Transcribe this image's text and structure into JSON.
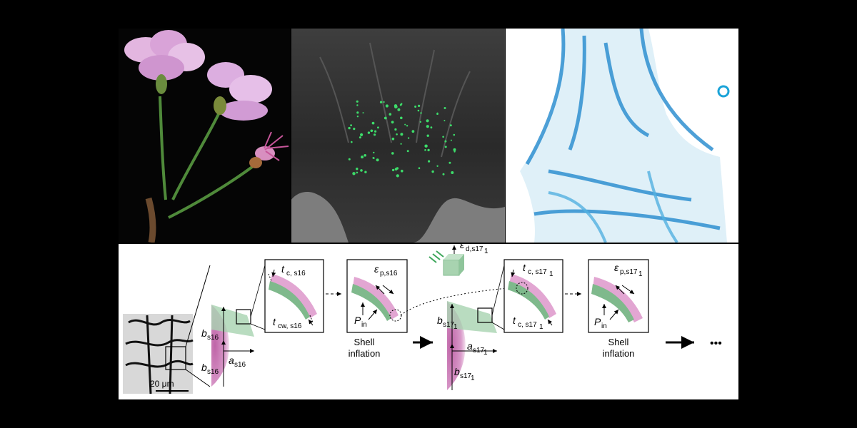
{
  "figure": {
    "panels": {
      "flower": {
        "icon": "cherry-blossom-photo"
      },
      "microscopy": {
        "icon": "fluorescence-microscopy-photo"
      },
      "stain": {
        "icon": "stained-tissue-photo"
      }
    },
    "scale_bar": "20 μm",
    "labels": {
      "b_s16_a": "b",
      "b_s16_a_sub": "s16",
      "b_s16_b": "b",
      "b_s16_b_sub": "s16",
      "a_s16": "a",
      "a_s16_sub": "s16",
      "tc_s16": "t",
      "tc_s16_sub": "c, s16",
      "tcw_s16": "t",
      "tcw_s16_sub": "cw, s16",
      "ep_s16": "ε",
      "ep_s16_sub": "p,s16",
      "pin1": "P",
      "pin1_sub": "in",
      "shell1_line1": "Shell",
      "shell1_line2": "inflation",
      "ed_s17": "ε",
      "ed_s17_sub": "d,s17",
      "ed_s17_sub2": "1",
      "b_s17_a": "b",
      "b_s17_a_sub": "s17",
      "b_s17_a_sub2": "1",
      "b_s17_b": "b",
      "b_s17_b_sub": "s17",
      "b_s17_b_sub2": "1",
      "a_s17": "a",
      "a_s17_sub": "s17",
      "a_s17_sub2": "1",
      "tc_s17_top": "t",
      "tc_s17_top_sub": "c, s17",
      "tc_s17_top_sub2": "1",
      "tc_s17_bot": "t",
      "tc_s17_bot_sub": "c, s17",
      "tc_s17_bot_sub2": "1",
      "ep_s17": "ε",
      "ep_s17_sub": "p,s17",
      "ep_s17_sub2": "1",
      "pin2": "P",
      "pin2_sub": "in",
      "shell2_line1": "Shell",
      "shell2_line2": "inflation",
      "ellipsis": "•••"
    },
    "colors": {
      "pink": "#c96bb0",
      "green": "#7fb98c",
      "stain_blue": "#2f8fd0"
    }
  }
}
